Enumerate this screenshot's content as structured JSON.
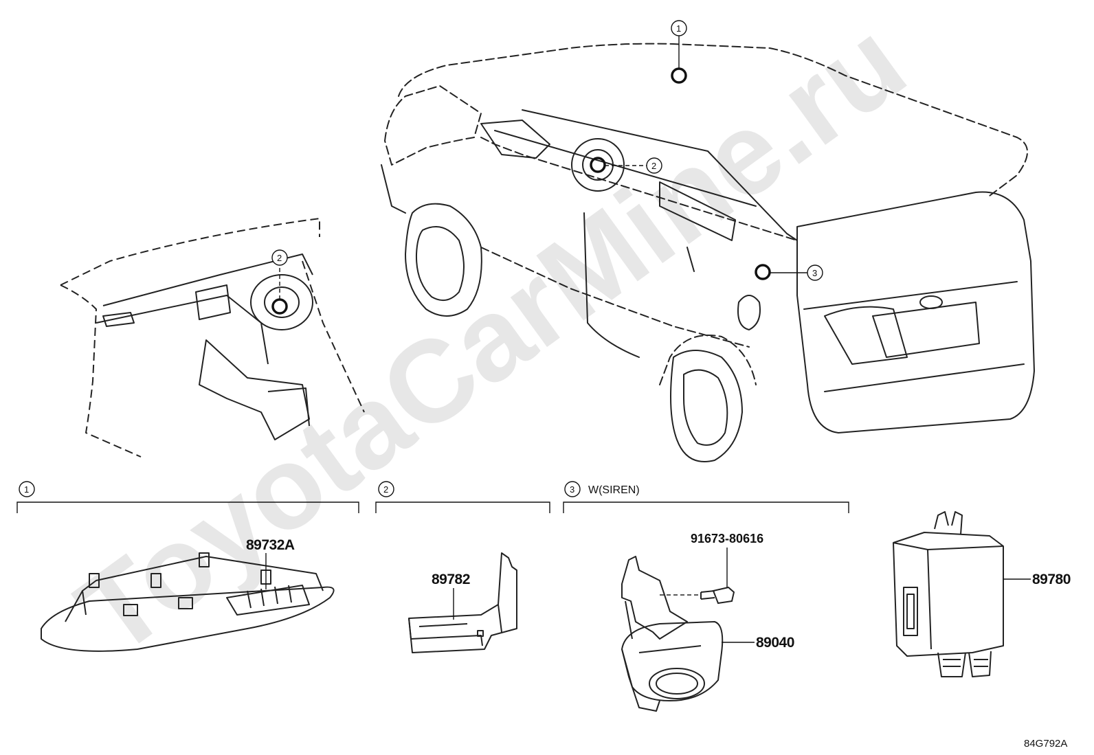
{
  "watermark": "ToyotaCarMine.ru",
  "callouts": {
    "c1": "1",
    "c2": "2",
    "c3": "3"
  },
  "sections": {
    "s1": {
      "marker": "1"
    },
    "s2": {
      "marker": "2"
    },
    "s3": {
      "marker": "3",
      "condition": "W(SIREN)"
    }
  },
  "parts": {
    "p89732a": "89732A",
    "p89782": "89782",
    "p91673": "91673-80616",
    "p89040": "89040",
    "p89780": "89780"
  },
  "illustration_code": "84G792A"
}
